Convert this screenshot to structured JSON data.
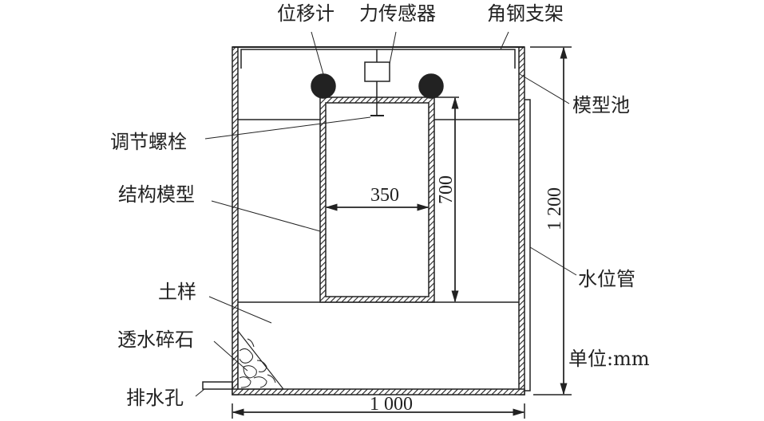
{
  "labels": {
    "displacement_meter": "位移计",
    "force_sensor": "力传感器",
    "angle_steel_frame": "角钢支架",
    "model_tank": "模型池",
    "adjusting_bolt": "调节螺栓",
    "structure_model": "结构模型",
    "water_level_pipe": "水位管",
    "soil_sample": "土样",
    "permeable_gravel": "透水碎石",
    "drain_hole": "排水孔",
    "unit": "单位:mm"
  },
  "dimensions": {
    "tank_width": "1 000",
    "tank_height": "1 200",
    "model_width": "350",
    "model_height": "700"
  },
  "colors": {
    "line": "#222222",
    "fill": "#ffffff"
  }
}
